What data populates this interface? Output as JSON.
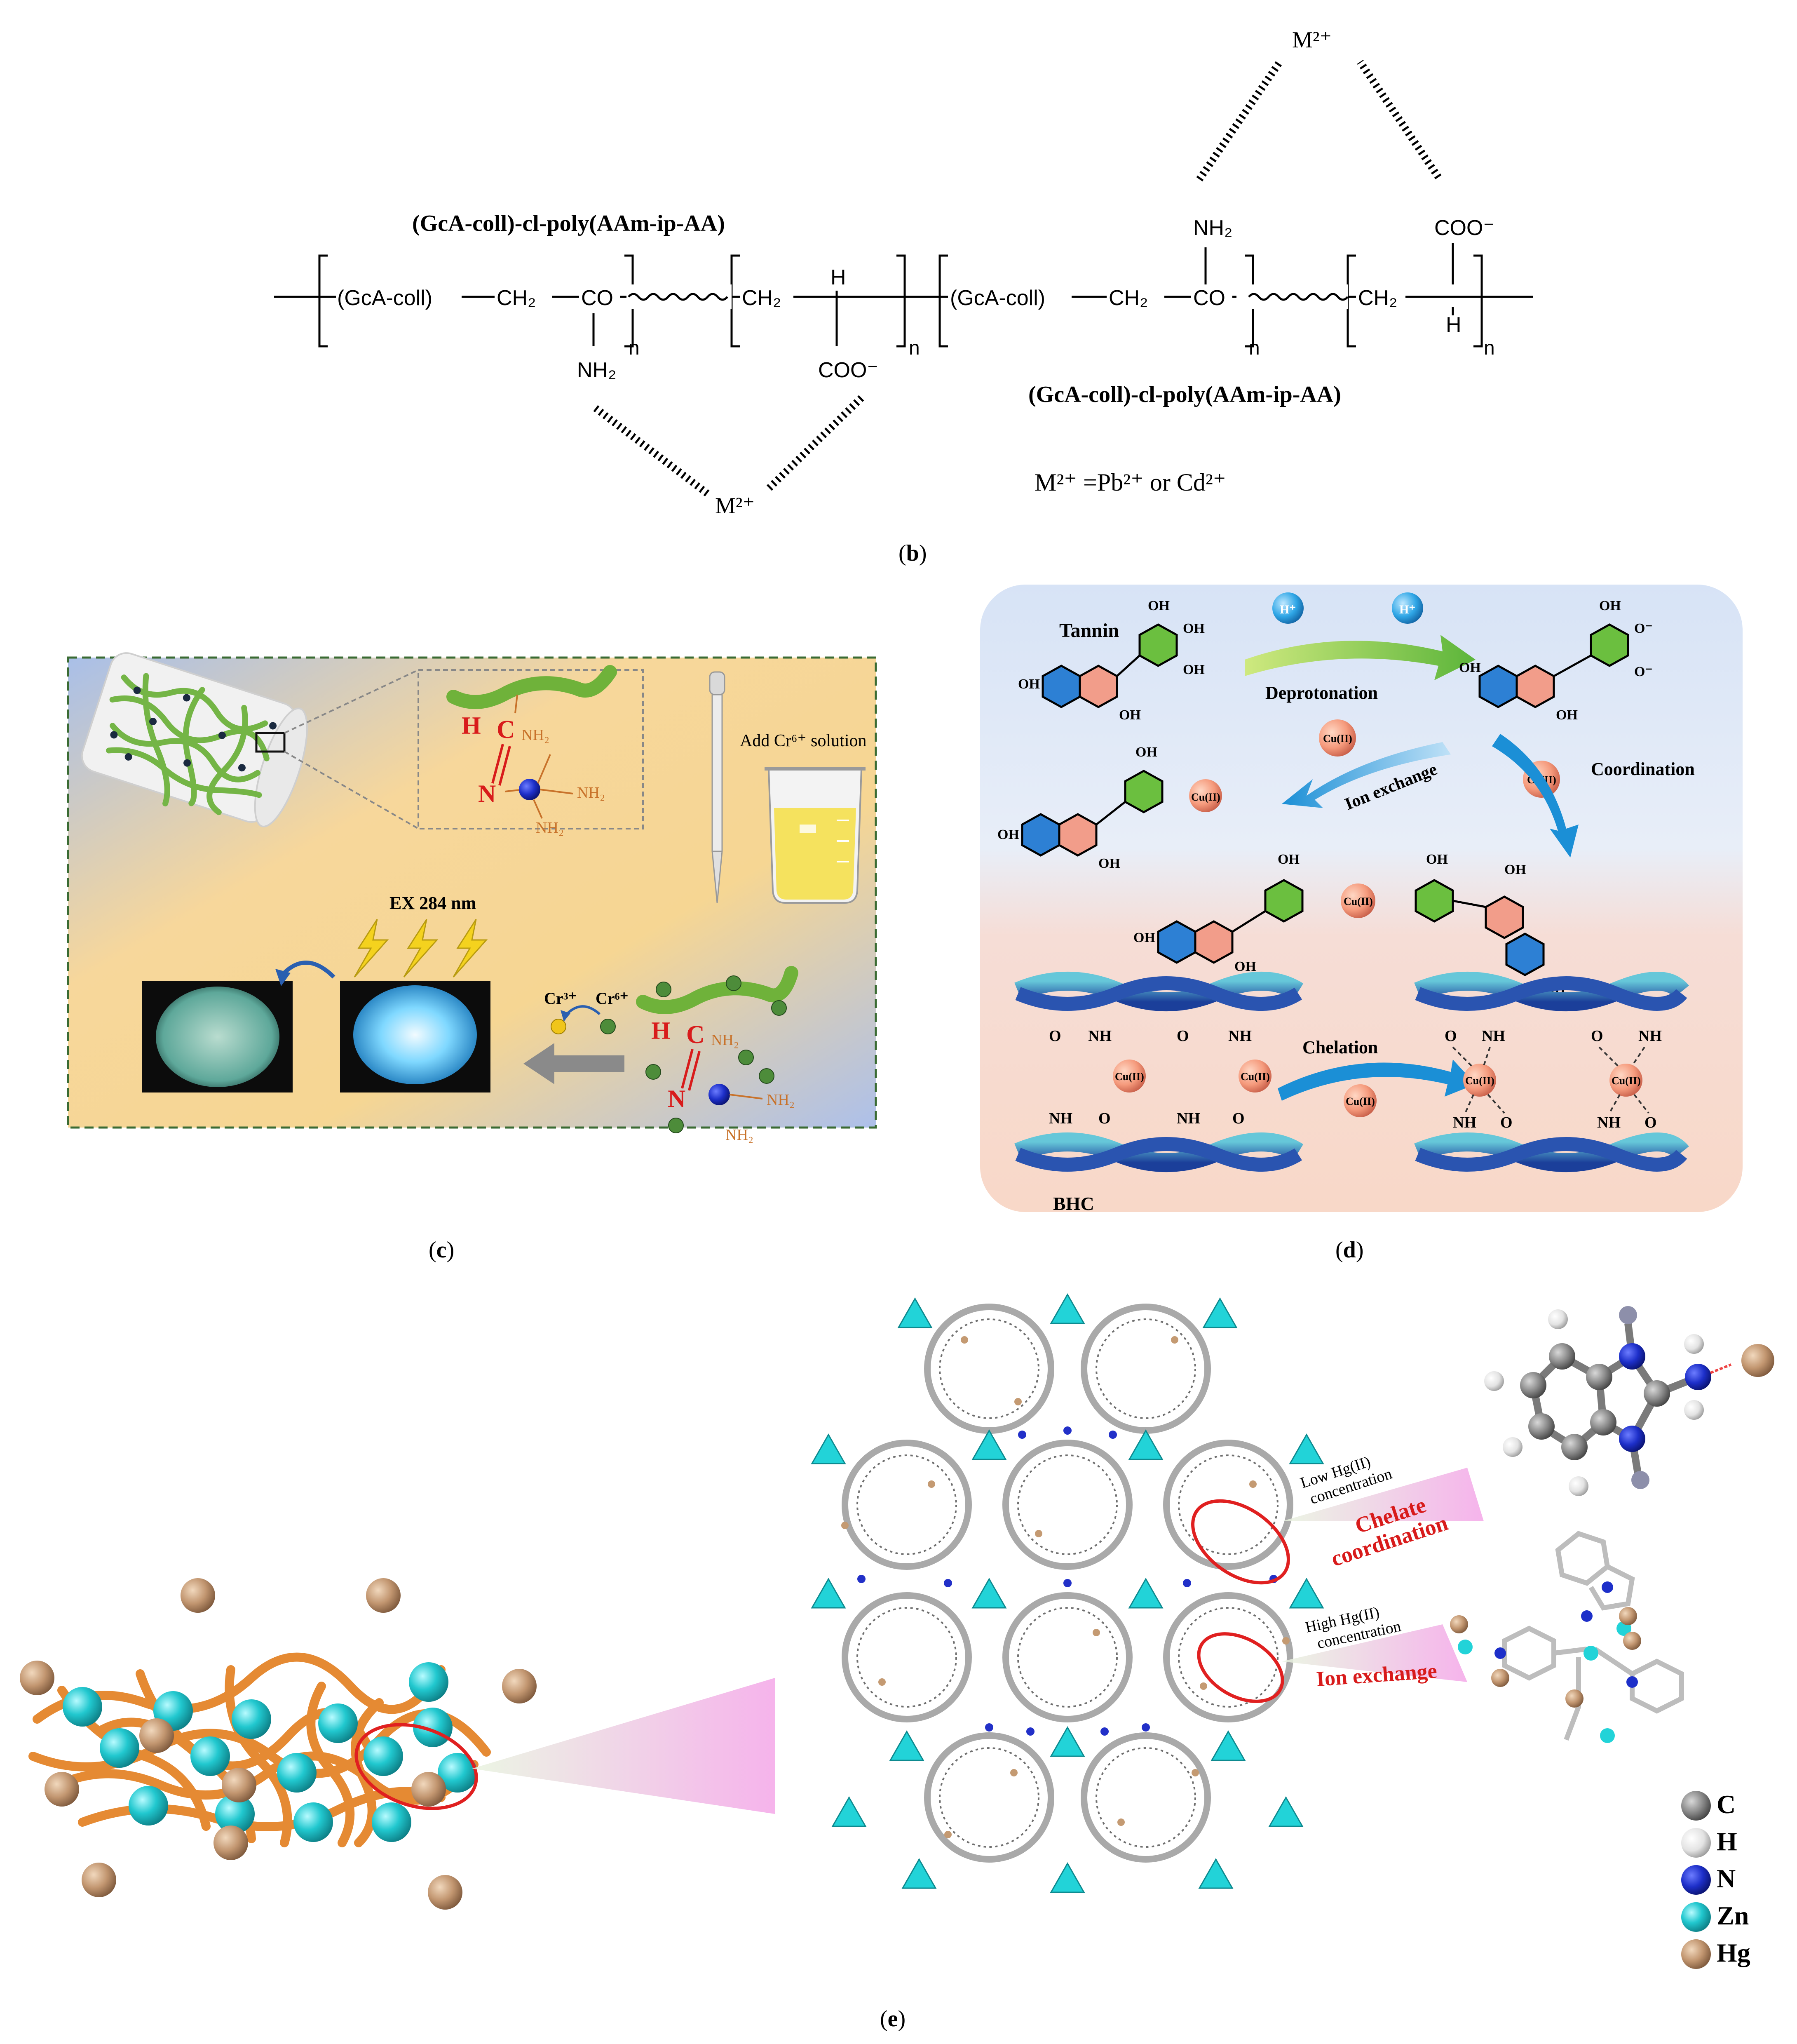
{
  "panel_b": {
    "caption": "(b)",
    "caption_letter": "b",
    "polymer_name_left": "(GcA-coll)-cl-poly(AAm-ip-AA)",
    "polymer_name_right": "(GcA-coll)-cl-poly(AAm-ip-AA)",
    "gca_coll": "(GcA-coll)",
    "ch2": "CH₂",
    "co": "CO",
    "ch": "H",
    "nh2": "NH₂",
    "coo": "COO⁻",
    "n": "n",
    "metal_ion": "M²⁺",
    "metal_definition": "M²⁺ =Pb²⁺ or Cd²⁺"
  },
  "panel_c": {
    "caption": "(c)",
    "caption_letter": "c",
    "add_solution": "Add Cr⁶⁺ solution",
    "excitation": "EX 284 nm",
    "cr3": "Cr³⁺",
    "cr6": "Cr⁶⁺",
    "h_label": "H",
    "c_label": "C",
    "n_label": "N",
    "nh2": "NH₂"
  },
  "panel_d": {
    "caption": "(d)",
    "caption_letter": "d",
    "tannin": "Tannin",
    "deprotonation": "Deprotonation",
    "h_plus": "H⁺",
    "ion_exchange": "Ion exchange",
    "coordination": "Coordination",
    "chelation": "Chelation",
    "bhc": "BHC",
    "cu": "Cu(II)",
    "oh": "OH",
    "o_minus": "O⁻",
    "o": "O",
    "nh": "NH"
  },
  "panel_e": {
    "caption": "(e)",
    "caption_letter": "e",
    "low_hg_line1": "Low Hg(II)",
    "low_hg_line2": "concentration",
    "chelate_line1": "Chelate",
    "chelate_line2": "coordination",
    "high_hg_line1": "High Hg(II)",
    "high_hg_line2": "concentration",
    "ion_exchange": "Ion exchange",
    "legend": [
      {
        "symbol": "C",
        "color": "#8a8a8a"
      },
      {
        "symbol": "H",
        "color": "#e6e6e6"
      },
      {
        "symbol": "N",
        "color": "#1d2fc9"
      },
      {
        "symbol": "Zn",
        "color": "#22d3d8"
      },
      {
        "symbol": "Hg",
        "color": "#c49a72"
      }
    ]
  }
}
